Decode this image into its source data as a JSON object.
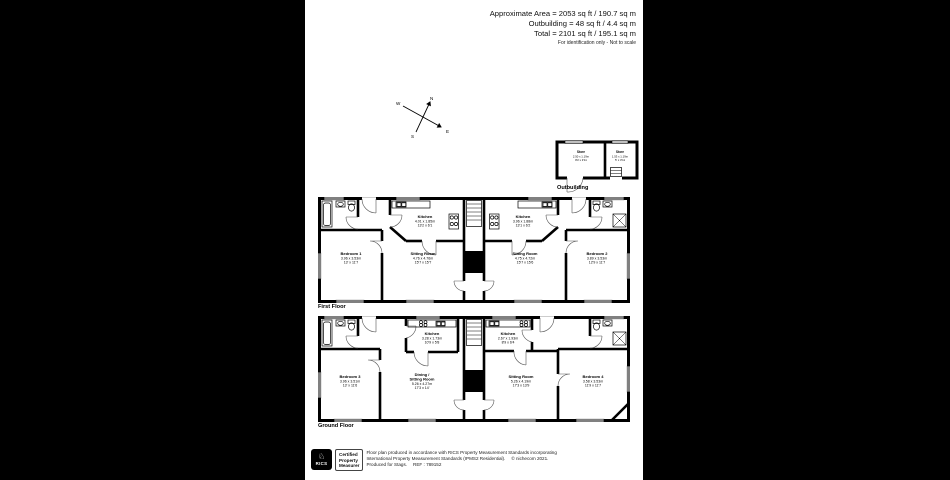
{
  "header": {
    "area": "Approximate Area = 2053 sq ft / 190.7 sq m",
    "outbuilding": "Outbuilding = 48 sq ft / 4.4 sq m",
    "total": "Total = 2101 sq ft / 195.1 sq m",
    "disclaimer": "For identification only - Not to scale"
  },
  "compass": {
    "n": "N",
    "e": "E",
    "s": "S",
    "w": "W"
  },
  "outbuilding": {
    "label": "Outbuilding",
    "store_left": {
      "name": "Store",
      "metric": "2.50 x 1.19m",
      "imperial": "8'2 x 3'11"
    },
    "store_right": {
      "name": "Store",
      "metric": "1.53 x 1.19m",
      "imperial": "5' x 3'11"
    }
  },
  "first_floor": {
    "label": "First Floor",
    "kitchen_left": {
      "name": "Kitchen",
      "metric": "4.01 x 1.85m",
      "imperial": "13'2 x 6'1"
    },
    "bedroom1": {
      "name": "Bedroom 1",
      "metric": "3.96 x 3.53m",
      "imperial": "13' x 11'7"
    },
    "sitting_left": {
      "name": "Sitting Room",
      "metric": "4.76 x 4.76m",
      "imperial": "15'7 x 15'7"
    },
    "kitchen_right": {
      "name": "Kitchen",
      "metric": "3.96 x 1.88m",
      "imperial": "13'1 x 6'2"
    },
    "sitting_right": {
      "name": "Sitting Room",
      "metric": "4.75 x 4.72m",
      "imperial": "15'7 x 15'6"
    },
    "bedroom2": {
      "name": "Bedroom 2",
      "metric": "3.89 x 3.53m",
      "imperial": "12'9 x 11'7"
    }
  },
  "ground_floor": {
    "label": "Ground Floor",
    "bedroom3": {
      "name": "Bedroom 3",
      "metric": "3.96 x 3.51m",
      "imperial": "13' x 11'6"
    },
    "kitchen_left": {
      "name": "Kitchen",
      "metric": "3.28 x 1.73m",
      "imperial": "10'9 x 5'8"
    },
    "dining": {
      "name1": "Dining /",
      "name2": "Sitting Room",
      "metric": "5.26 x 4.27m",
      "imperial": "17'3 x 14'"
    },
    "kitchen_right": {
      "name": "Kitchen",
      "metric": "2.67 x 1.93m",
      "imperial": "8'9 x 6'4"
    },
    "sitting_right": {
      "name": "Sitting Room",
      "metric": "5.26 x 4.19m",
      "imperial": "17'3 x 13'9"
    },
    "bedroom4": {
      "name": "Bedroom 4",
      "metric": "3.58 x 3.53m",
      "imperial": "11'9 x 11'7"
    }
  },
  "footer": {
    "rics": "RICS",
    "cert1": "Certified",
    "cert2": "Property",
    "cert3": "Measurer",
    "line1": "Floor plan produced in accordance with RICS Property Measurement Standards incorporating",
    "line2a": "International Property Measurement Standards (IPMS2 Residential).",
    "line2b": "© nichecom 2021.",
    "line3a": "Produced for Stags.",
    "line3b": "REF : 789152"
  },
  "colors": {
    "wall": "#000000",
    "page": "#ffffff",
    "backdrop": "#000000"
  }
}
